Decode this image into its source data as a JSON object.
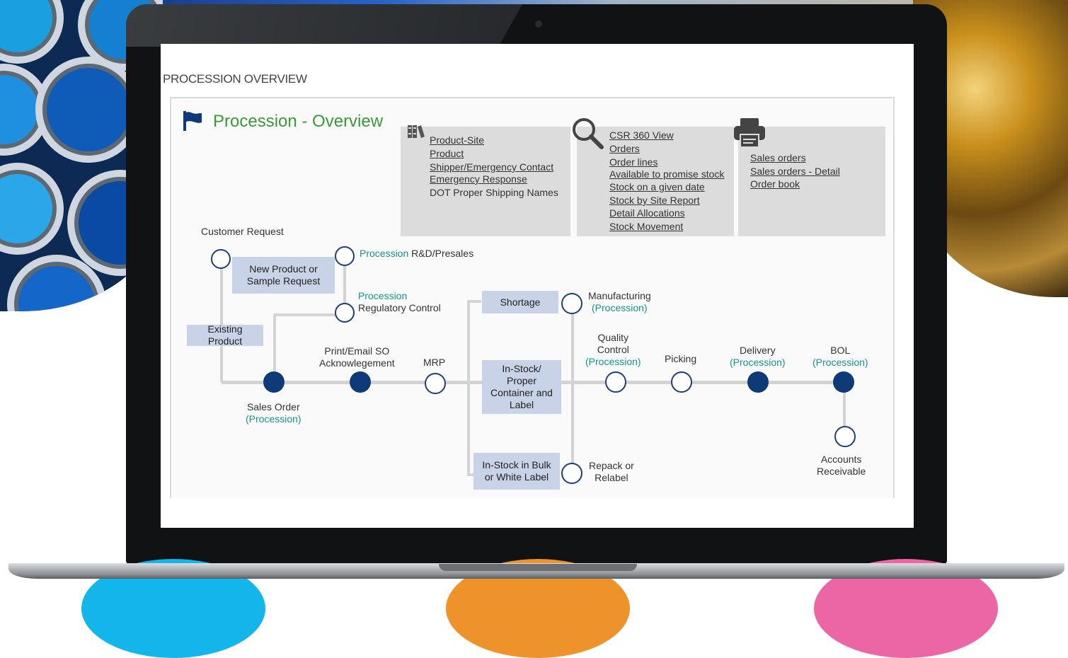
{
  "header": {
    "title": "PROCESSION OVERVIEW"
  },
  "page": {
    "title": "Procession - Overview"
  },
  "menus": {
    "product_links": [
      "Product-Site",
      "Product",
      "Shipper/Emergency Contact",
      "Emergency Response",
      "DOT Proper Shipping Names"
    ],
    "inquiry_links": [
      "CSR 360 View",
      "Orders",
      "Order lines",
      "Available to promise stock",
      "Stock on a given date",
      "Stock by Site Report",
      "Detail Allocations",
      "Stock Movement"
    ],
    "report_links": [
      "Sales orders",
      "Sales orders - Detail",
      "Order book"
    ]
  },
  "icons": {
    "books": "books-icon",
    "search": "search-icon",
    "printer": "printer-icon",
    "flag": "flag-icon"
  },
  "colors": {
    "accent": "#3a9a3a",
    "node": "#0e3a78",
    "box": "#c8d3e8",
    "teal": "#13968a"
  },
  "flow": {
    "customer_request": "Customer Request",
    "new_product_line1": "New Product or",
    "new_product_line2": "Sample Request",
    "rd_brand": "Procession",
    "rd_rest": "R&D/Presales",
    "reg_brand": "Procession",
    "reg_rest": "Regulatory Control",
    "existing_line1": "Existing",
    "existing_line2": "Product",
    "print_line1": "Print/Email SO",
    "print_line2": "Acknowlegement",
    "mrp": "MRP",
    "shortage": "Shortage",
    "manufacturing": "Manufacturing",
    "mfg_brand": "(Procession)",
    "instock_line1": "In-Stock/",
    "instock_line2": "Proper",
    "instock_line3": "Container and",
    "instock_line4": "Label",
    "bulk_line1": "In-Stock in Bulk",
    "bulk_line2": "or White Label",
    "repack_line1": "Repack or",
    "repack_line2": "Relabel",
    "qc_line1": "Quality",
    "qc_line2": "Control",
    "qc_brand": "(Procession)",
    "picking": "Picking",
    "delivery": "Delivery",
    "delivery_brand": "(Procession)",
    "bol": "BOL",
    "bol_brand": "(Procession)",
    "ar_line1": "Accounts",
    "ar_line2": "Receivable",
    "sales_order": "Sales Order",
    "so_brand": "(Procession)"
  }
}
